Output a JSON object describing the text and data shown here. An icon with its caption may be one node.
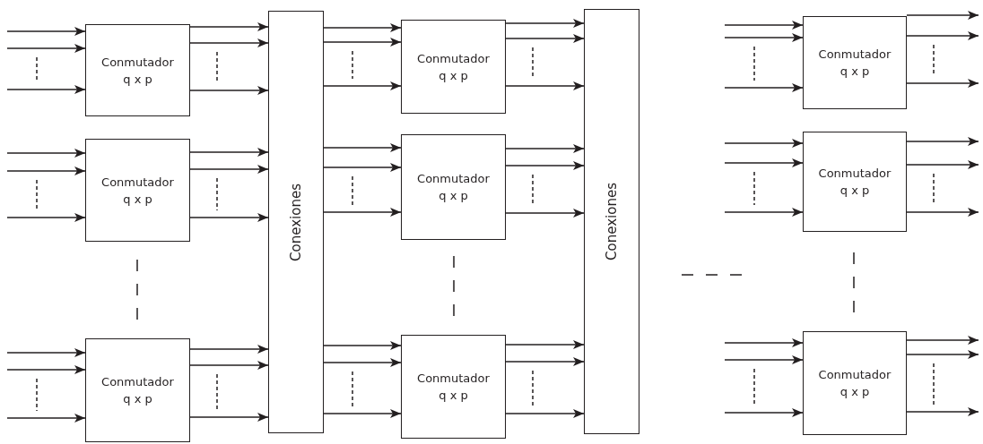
{
  "diagram": {
    "nodes": [
      {
        "text": [
          "Conmutador",
          "q x p"
        ]
      },
      {
        "text": [
          "Conmutador",
          "q x p"
        ]
      },
      {
        "text": [
          "Conmutador",
          "q x p"
        ]
      },
      {
        "text": [
          "Conexiones"
        ]
      },
      {
        "text": [
          "Conmutador",
          "q x p"
        ]
      },
      {
        "text": [
          "Conmutador",
          "q x p"
        ]
      },
      {
        "text": [
          "Conmutador",
          "q x p"
        ]
      },
      {
        "text": [
          "Conexiones"
        ]
      },
      {
        "text": [
          "Conmutador",
          "q x p"
        ]
      },
      {
        "text": [
          "Conmutador",
          "q x p"
        ]
      },
      {
        "text": [
          "Conmutador",
          "q x p"
        ]
      }
    ],
    "edges": [
      {
        "from": null,
        "to": 0,
        "arrow": "to"
      },
      {
        "from": null,
        "to": 0,
        "arrow": "to"
      },
      {
        "from": null,
        "to": 0,
        "arrow": "to"
      },
      {
        "from": 0,
        "to": 3,
        "arrow": "to"
      },
      {
        "from": 0,
        "to": 3,
        "arrow": "to"
      },
      {
        "from": 0,
        "to": 3,
        "arrow": "to"
      },
      {
        "from": null,
        "to": 1,
        "arrow": "to"
      },
      {
        "from": null,
        "to": 1,
        "arrow": "to"
      },
      {
        "from": null,
        "to": 1,
        "arrow": "to"
      },
      {
        "from": 1,
        "to": 3,
        "arrow": "to"
      },
      {
        "from": 1,
        "to": 3,
        "arrow": "to"
      },
      {
        "from": 1,
        "to": 3,
        "arrow": "to"
      },
      {
        "from": null,
        "to": 2,
        "arrow": "to"
      },
      {
        "from": null,
        "to": 2,
        "arrow": "to"
      },
      {
        "from": null,
        "to": 2,
        "arrow": "to"
      },
      {
        "from": 2,
        "to": 3,
        "arrow": "to"
      },
      {
        "from": 2,
        "to": 3,
        "arrow": "to"
      },
      {
        "from": 2,
        "to": 3,
        "arrow": "to"
      },
      {
        "from": 3,
        "to": 4,
        "arrow": "to"
      },
      {
        "from": 3,
        "to": 4,
        "arrow": "to"
      },
      {
        "from": 3,
        "to": 4,
        "arrow": "to"
      },
      {
        "from": 4,
        "to": 7,
        "arrow": "to"
      },
      {
        "from": 4,
        "to": 7,
        "arrow": "to"
      },
      {
        "from": 4,
        "to": 7,
        "arrow": "to"
      },
      {
        "from": 3,
        "to": 5,
        "arrow": "to"
      },
      {
        "from": 3,
        "to": 5,
        "arrow": "to"
      },
      {
        "from": 3,
        "to": 5,
        "arrow": "to"
      },
      {
        "from": 5,
        "to": 7,
        "arrow": "to"
      },
      {
        "from": 5,
        "to": 7,
        "arrow": "to"
      },
      {
        "from": 5,
        "to": 7,
        "arrow": "to"
      },
      {
        "from": 3,
        "to": 6,
        "arrow": "to"
      },
      {
        "from": 3,
        "to": 6,
        "arrow": "to"
      },
      {
        "from": 3,
        "to": 6,
        "arrow": "to"
      },
      {
        "from": 6,
        "to": 7,
        "arrow": "to"
      },
      {
        "from": 6,
        "to": 7,
        "arrow": "to"
      },
      {
        "from": 6,
        "to": 7,
        "arrow": "to"
      },
      {
        "from": null,
        "to": 8,
        "arrow": "to"
      },
      {
        "from": null,
        "to": 8,
        "arrow": "to"
      },
      {
        "from": null,
        "to": 8,
        "arrow": "to"
      },
      {
        "from": 8,
        "to": null,
        "arrow": "to"
      },
      {
        "from": 8,
        "to": null,
        "arrow": "to"
      },
      {
        "from": 8,
        "to": null,
        "arrow": "to"
      },
      {
        "from": null,
        "to": 9,
        "arrow": "to"
      },
      {
        "from": null,
        "to": 9,
        "arrow": "to"
      },
      {
        "from": null,
        "to": 9,
        "arrow": "to"
      },
      {
        "from": 9,
        "to": null,
        "arrow": "to"
      },
      {
        "from": 9,
        "to": null,
        "arrow": "to"
      },
      {
        "from": 9,
        "to": null,
        "arrow": "to"
      },
      {
        "from": null,
        "to": 10,
        "arrow": "to"
      },
      {
        "from": null,
        "to": 10,
        "arrow": "to"
      },
      {
        "from": null,
        "to": 10,
        "arrow": "to"
      },
      {
        "from": 10,
        "to": null,
        "arrow": "to"
      },
      {
        "from": 10,
        "to": null,
        "arrow": "to"
      },
      {
        "from": 10,
        "to": null,
        "arrow": "to"
      }
    ]
  }
}
